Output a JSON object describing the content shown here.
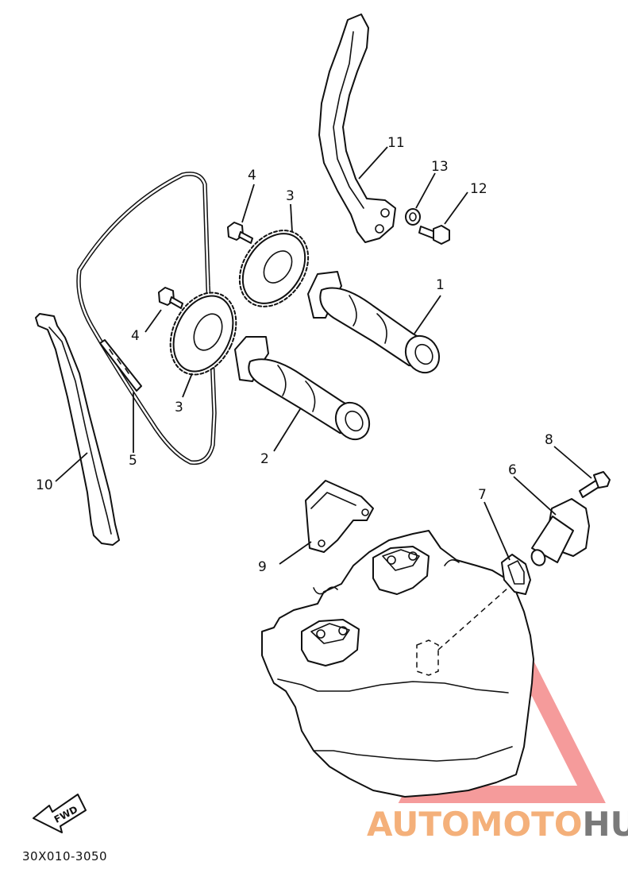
{
  "diagram_code": "30X010-3050",
  "fwd_label": "FWD",
  "watermark": {
    "segments": [
      "AUTOMOTO",
      "HUB"
    ],
    "colors": {
      "auto": "#f4b07a",
      "moto": "#f4b07a",
      "hub": "#7a7a7a",
      "logo": "#f27a7a"
    }
  },
  "callouts": [
    {
      "id": "p1",
      "text": "1"
    },
    {
      "id": "p2",
      "text": "2"
    },
    {
      "id": "p3a",
      "text": "3"
    },
    {
      "id": "p3b",
      "text": "3"
    },
    {
      "id": "p4a",
      "text": "4"
    },
    {
      "id": "p4b",
      "text": "4"
    },
    {
      "id": "p5",
      "text": "5"
    },
    {
      "id": "p6",
      "text": "6"
    },
    {
      "id": "p7",
      "text": "7"
    },
    {
      "id": "p8",
      "text": "8"
    },
    {
      "id": "p9",
      "text": "9"
    },
    {
      "id": "p10",
      "text": "10"
    },
    {
      "id": "p11",
      "text": "11"
    },
    {
      "id": "p12",
      "text": "12"
    },
    {
      "id": "p13",
      "text": "13"
    }
  ]
}
